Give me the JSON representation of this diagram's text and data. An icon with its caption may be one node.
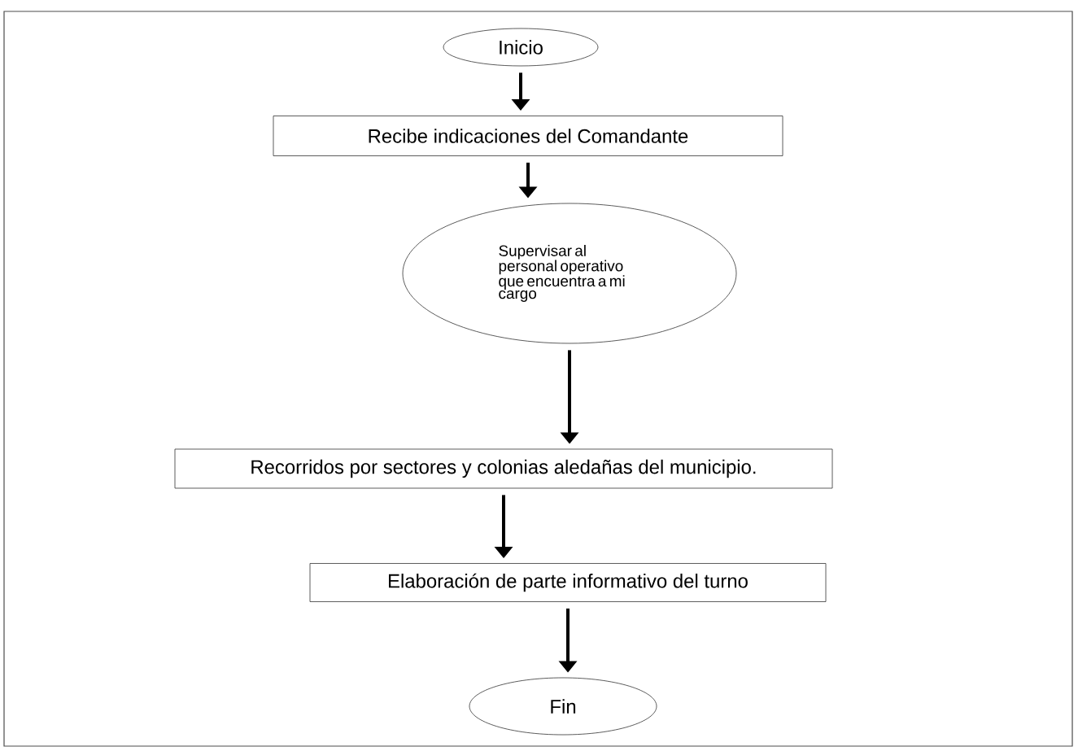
{
  "diagram": {
    "nodes": [
      {
        "text": [
          "Inicio"
        ]
      },
      {
        "text": [
          "Recibe indicaciones del Comandante"
        ]
      },
      {
        "text": [
          "Supervisar al personal operativo que encuentra a mi cargo"
        ]
      },
      {
        "text": [
          "Recorridos por  sectores y colonias aledañas del municipio."
        ]
      },
      {
        "text": [
          "Elaboración de parte informativo del turno"
        ]
      },
      {
        "text": [
          "Fin"
        ]
      }
    ],
    "edges": [
      {
        "from": 0,
        "to": 1,
        "arrow": "to"
      },
      {
        "from": 1,
        "to": 2,
        "arrow": "to"
      },
      {
        "from": 2,
        "to": 3,
        "arrow": "to"
      },
      {
        "from": 3,
        "to": 4,
        "arrow": "to"
      },
      {
        "from": 4,
        "to": 5,
        "arrow": "to"
      }
    ]
  }
}
